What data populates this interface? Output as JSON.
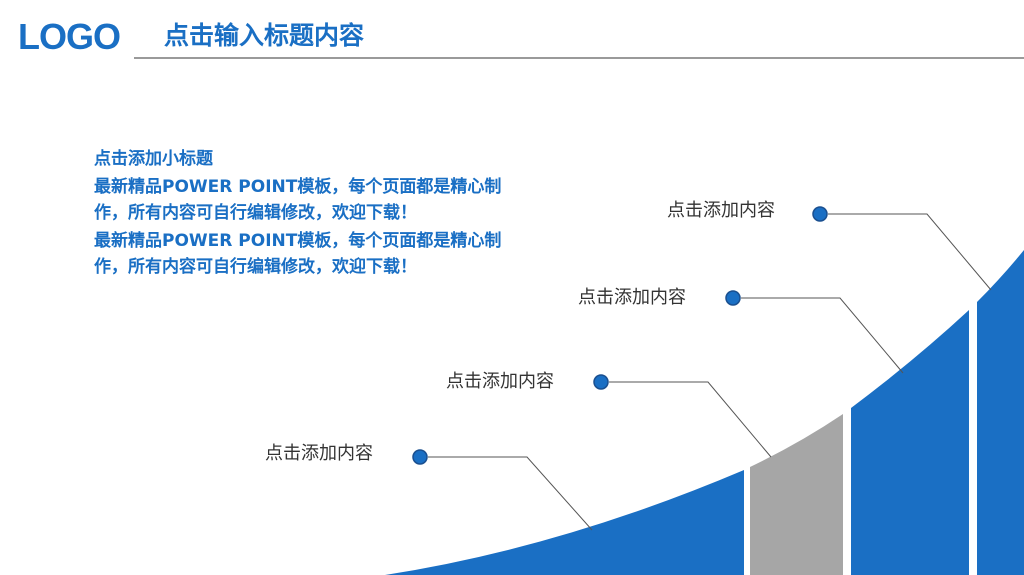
{
  "header": {
    "logo": "LOGO",
    "title": "点击输入标题内容"
  },
  "content": {
    "subtitle": "点击添加小标题",
    "paragraphs": [
      "最新精品POWER POINT模板，每个页面都是精心制作，所有内容可自行编辑修改，欢迎下载！",
      "最新精品POWER POINT模板，每个页面都是精心制作，所有内容可自行编辑修改，欢迎下载！"
    ]
  },
  "callouts": [
    {
      "label": "点击添加内容"
    },
    {
      "label": "点击添加内容"
    },
    {
      "label": "点击添加内容"
    },
    {
      "label": "点击添加内容"
    }
  ],
  "colors": {
    "brand_blue": "#1a6fc4",
    "gray": "#a6a6a6",
    "rule": "#9a9a9a"
  }
}
